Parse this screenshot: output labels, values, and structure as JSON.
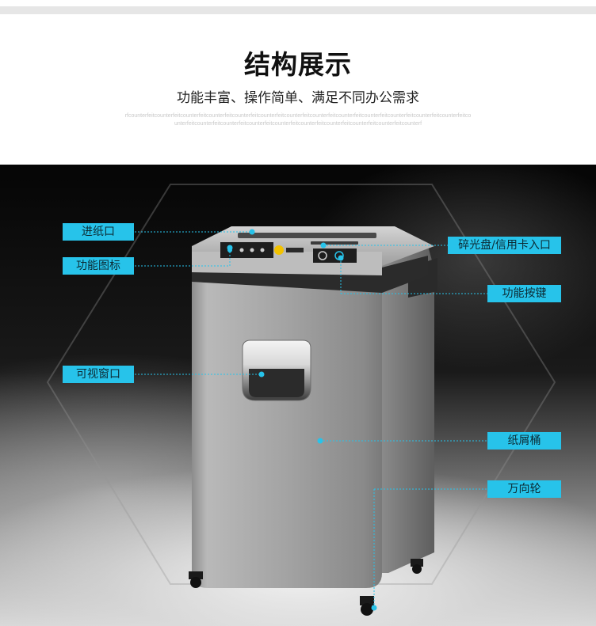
{
  "header": {
    "title": "结构展示",
    "subtitle": "功能丰富、操作简单、满足不同办公需求",
    "watermark": "rfcounterfeitcounterfeitcounterfeitcounterfeitcounterfeitcounterfeitcounterfeitcounterfeitcounterfeitcounterfeitcounterfeitcounterfeitcounterfeitcounterfeitcounterfeitcounterfeitcounterfeitcounterfeitcounterfeitcounterfeitcounterfeitcounterfeitcounterf"
  },
  "callouts": {
    "paper_entry": "进纸口",
    "function_icons": "功能图标",
    "viewing_window": "可视窗口",
    "cd_card_entry": "碎光盘/信用卡入口",
    "function_keys": "功能按键",
    "waste_bin": "纸屑桶",
    "caster": "万向轮"
  },
  "colors": {
    "callout_bg": "#27c3ea",
    "leader_line": "#27c3ea",
    "body_silver": "#9a9a9a"
  }
}
